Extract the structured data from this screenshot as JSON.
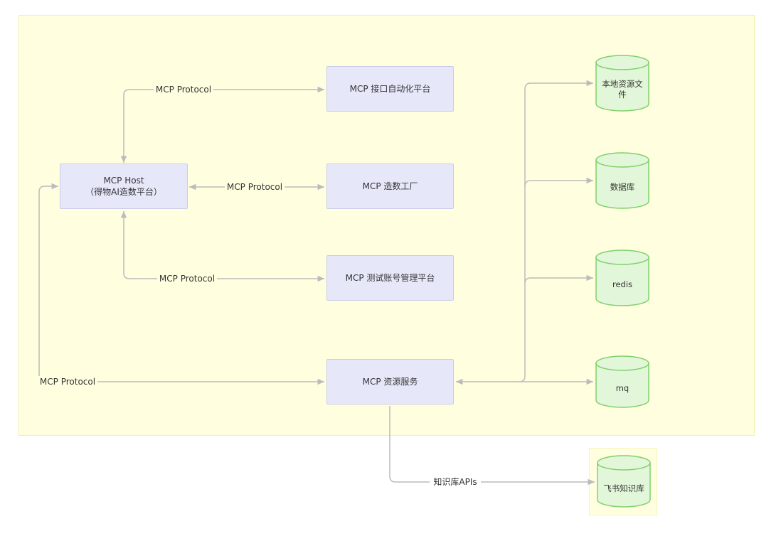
{
  "colors": {
    "region_fill": "#ffffe0",
    "node_fill": "#e6e8fa",
    "node_border": "#c8cce8",
    "db_fill": "#e2f7d9",
    "db_stroke": "#7fd06a",
    "edge": "#bbbbbb"
  },
  "nodes": {
    "host": {
      "line1": "MCP Host",
      "line2": "（得物AI造数平台）"
    },
    "auto_platform": "MCP 接口自动化平台",
    "data_factory": "MCP 造数工厂",
    "account_platform": "MCP 测试账号管理平台",
    "resource_service": "MCP 资源服务"
  },
  "databases": {
    "local_files": {
      "line1": "本地资源文",
      "line2": "件"
    },
    "database": "数据库",
    "redis": "redis",
    "mq": "mq",
    "feishu": "飞书知识库"
  },
  "edge_labels": {
    "protocol_top": "MCP Protocol",
    "protocol_mid": "MCP Protocol",
    "protocol_lower": "MCP Protocol",
    "protocol_bottom": "MCP Protocol",
    "kb_apis": "知识库APIs"
  }
}
